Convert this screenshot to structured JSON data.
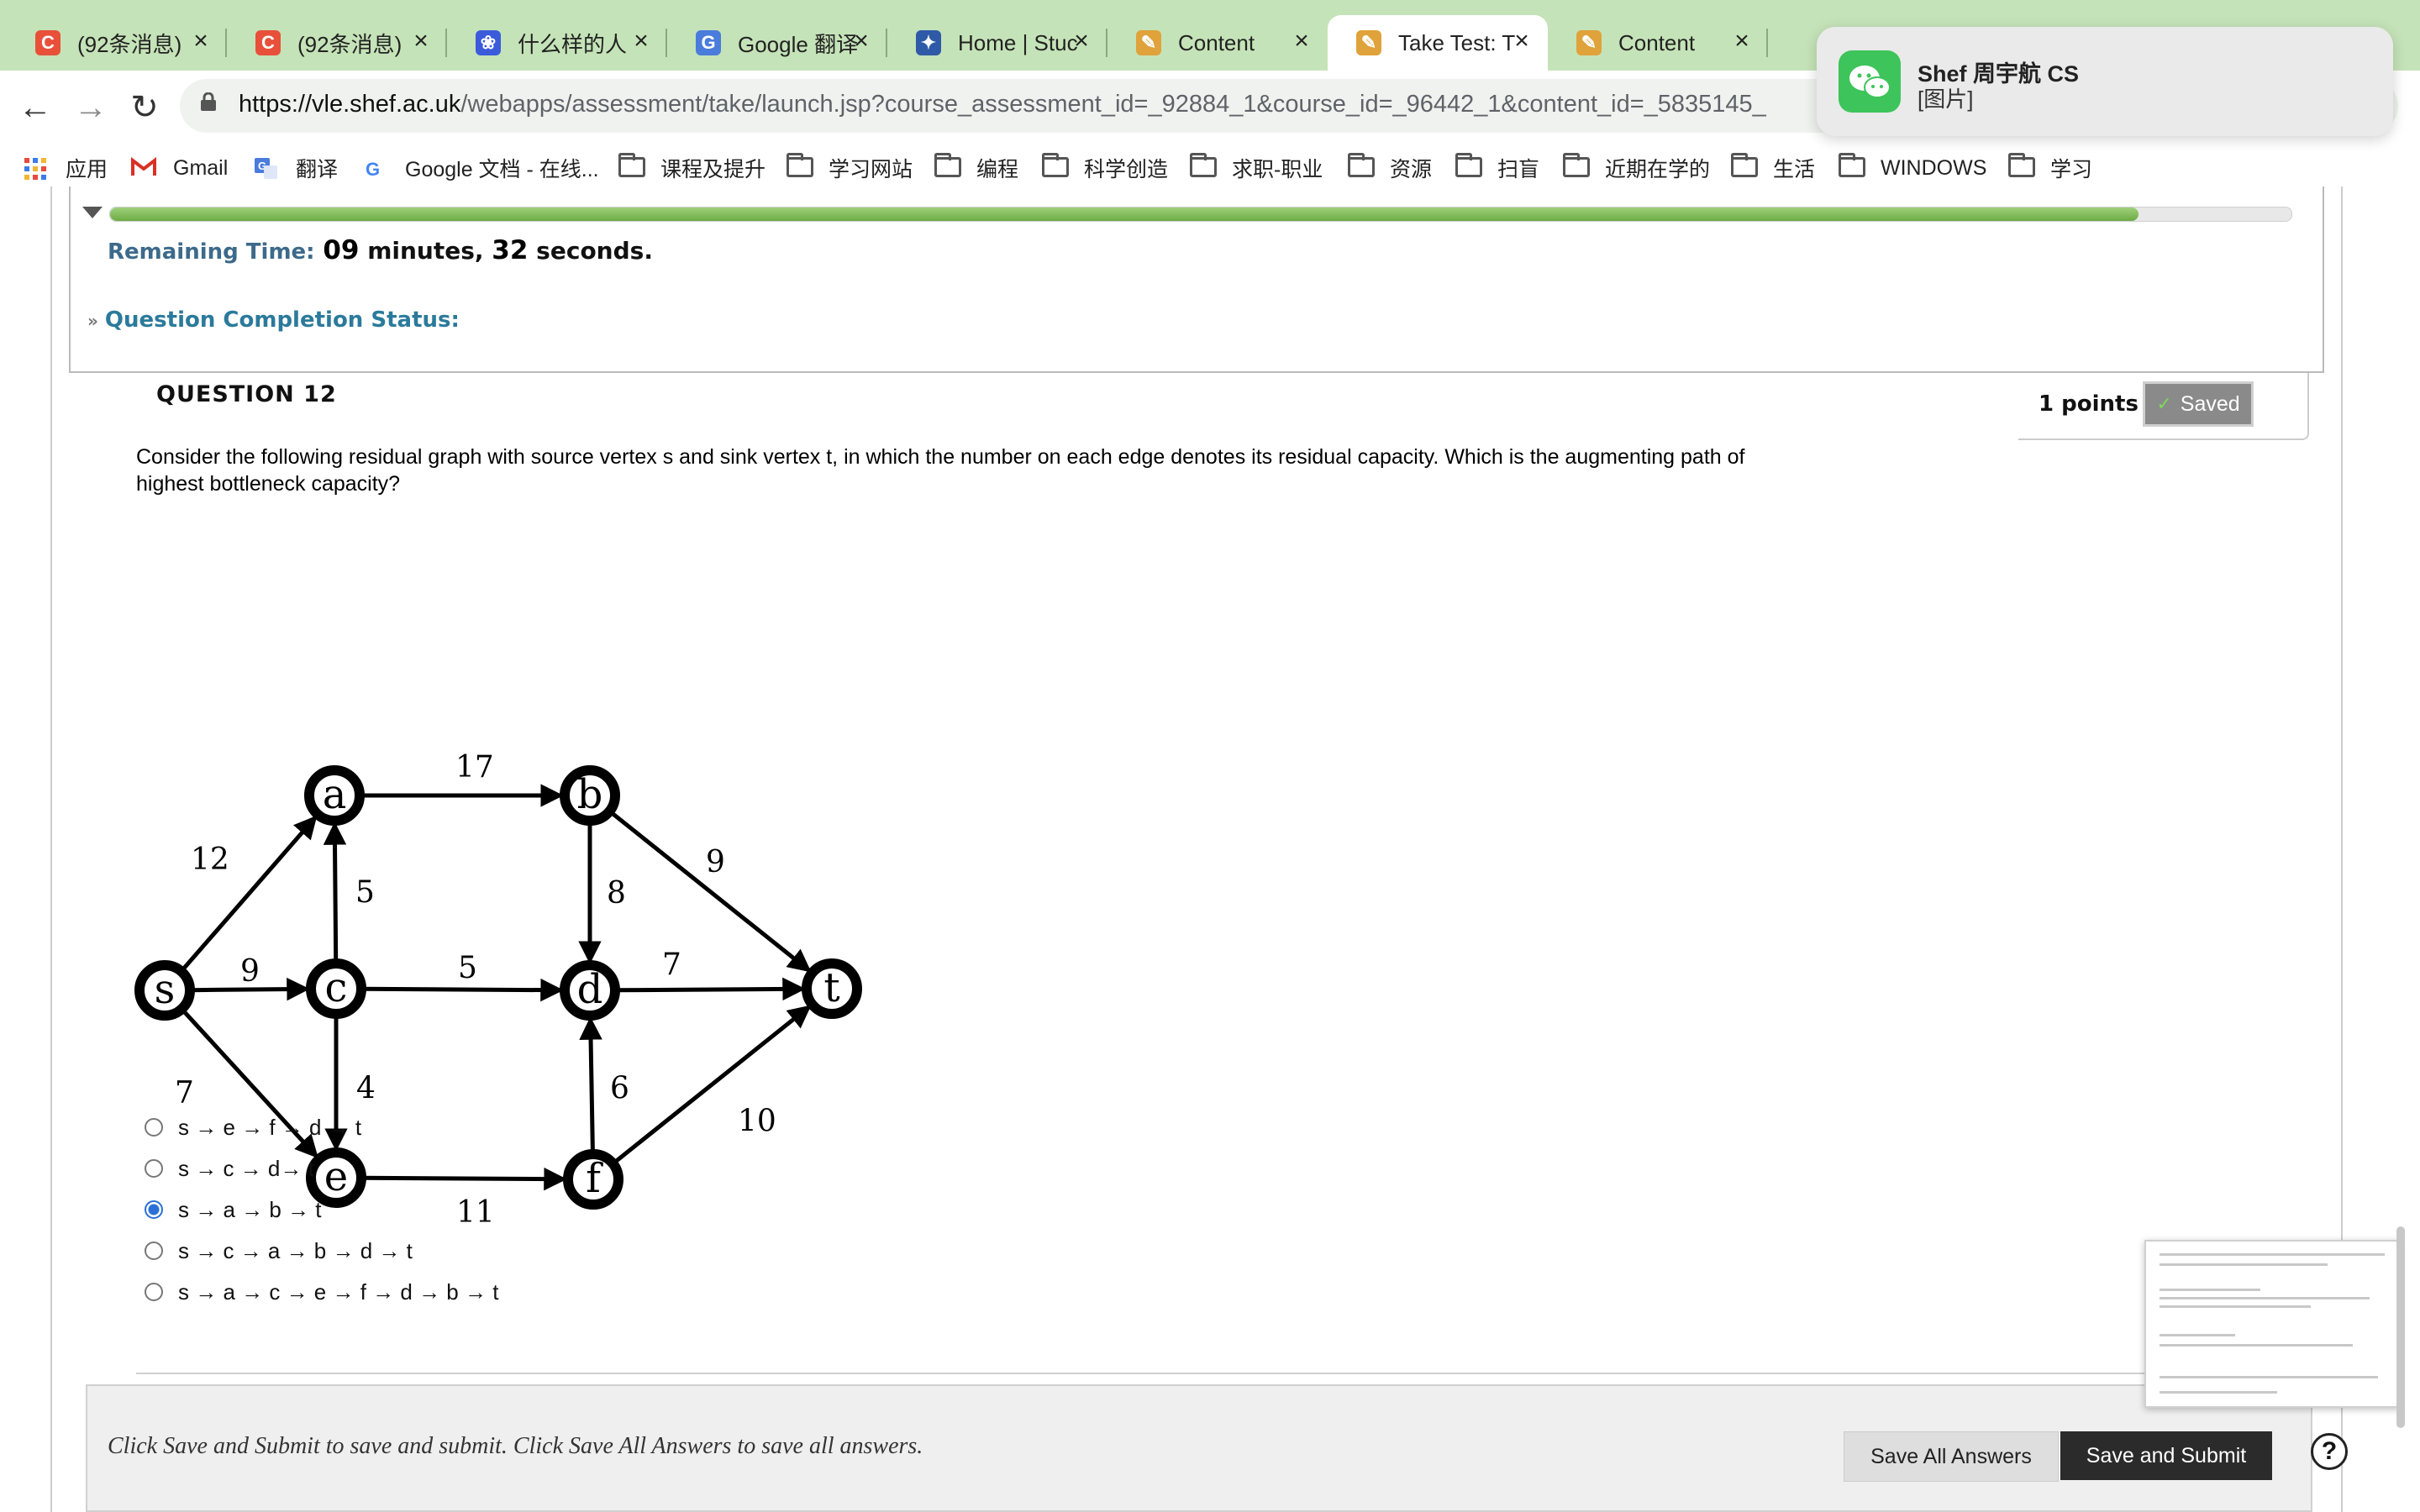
{
  "browser": {
    "tabs": [
      {
        "title": "(92条消息)",
        "icon": "csdn-icon",
        "color": "#e8503a",
        "glyph": "C"
      },
      {
        "title": "(92条消息)",
        "icon": "csdn-icon",
        "color": "#e8503a",
        "glyph": "C"
      },
      {
        "title": "什么样的人",
        "icon": "baidu-paw-icon",
        "color": "#3b5bdb",
        "glyph": "❀"
      },
      {
        "title": "Google 翻译",
        "icon": "google-translate-icon",
        "color": "#4a7cdc",
        "glyph": "G"
      },
      {
        "title": "Home | Stuc",
        "icon": "university-crest-icon",
        "color": "#2e5aa8",
        "glyph": "✦"
      },
      {
        "title": "Content",
        "icon": "pencil-icon",
        "color": "#e0a23a",
        "glyph": "✎"
      },
      {
        "title": "Take Test: T",
        "icon": "pencil-icon",
        "color": "#e0a23a",
        "glyph": "✎"
      },
      {
        "title": "Content",
        "icon": "pencil-icon",
        "color": "#e0a23a",
        "glyph": "✎"
      }
    ],
    "url_host": "https://vle.shef.ac.uk",
    "url_path": "/webapps/assessment/take/launch.jsp?course_assessment_id=_92884_1&course_id=_96442_1&content_id=_5835145_",
    "bookmarks": [
      {
        "label": "应用",
        "icon": "apps-grid-icon"
      },
      {
        "label": "Gmail",
        "icon": "gmail-icon"
      },
      {
        "label": "翻译",
        "icon": "google-translate-icon"
      },
      {
        "label": "Google 文档 - 在线...",
        "icon": "google-icon"
      },
      {
        "label": "课程及提升",
        "icon": "folder-icon"
      },
      {
        "label": "学习网站",
        "icon": "folder-icon"
      },
      {
        "label": "编程",
        "icon": "folder-icon"
      },
      {
        "label": "科学创造",
        "icon": "folder-icon"
      },
      {
        "label": "求职-职业",
        "icon": "folder-icon"
      },
      {
        "label": "资源",
        "icon": "folder-icon"
      },
      {
        "label": "扫盲",
        "icon": "folder-icon"
      },
      {
        "label": "近期在学的",
        "icon": "folder-icon"
      },
      {
        "label": "生活",
        "icon": "folder-icon"
      },
      {
        "label": "WINDOWS",
        "icon": "folder-icon"
      },
      {
        "label": "学习",
        "icon": "folder-icon"
      }
    ]
  },
  "notification": {
    "sender": "Shef 周宇航 CS",
    "message": "[图片]",
    "icon": "wechat-icon"
  },
  "test": {
    "progress": 0.93,
    "remaining_label": "Remaining Time:",
    "minutes": "09",
    "minutes_unit": " minutes, ",
    "seconds": "32",
    "seconds_unit": " seconds.",
    "completion_status": "Question Completion Status:"
  },
  "question": {
    "title": "QUESTION 12",
    "points": "1 points",
    "saved": "Saved",
    "text": "Consider the following residual graph with source vertex s and sink vertex t, in which the number on each edge denotes its residual capacity. Which is the augmenting path of highest bottleneck capacity?",
    "graph": {
      "nodes": [
        "s",
        "a",
        "b",
        "c",
        "d",
        "e",
        "f",
        "t"
      ],
      "edges": [
        {
          "from": "s",
          "to": "a",
          "capacity": "12"
        },
        {
          "from": "s",
          "to": "c",
          "capacity": "9"
        },
        {
          "from": "s",
          "to": "e",
          "capacity": "7"
        },
        {
          "from": "c",
          "to": "a",
          "capacity": "5"
        },
        {
          "from": "a",
          "to": "b",
          "capacity": "17"
        },
        {
          "from": "b",
          "to": "d",
          "capacity": "8"
        },
        {
          "from": "b",
          "to": "t",
          "capacity": "9"
        },
        {
          "from": "c",
          "to": "d",
          "capacity": "5"
        },
        {
          "from": "c",
          "to": "e",
          "capacity": "4"
        },
        {
          "from": "d",
          "to": "t",
          "capacity": "7"
        },
        {
          "from": "f",
          "to": "d",
          "capacity": "6"
        },
        {
          "from": "e",
          "to": "f",
          "capacity": "11"
        },
        {
          "from": "f",
          "to": "t",
          "capacity": "10"
        }
      ]
    },
    "options": [
      {
        "label": "s → e → f → d → t",
        "checked": false
      },
      {
        "label": "s → c → d→ t",
        "checked": false
      },
      {
        "label": "s → a → b → t",
        "checked": true
      },
      {
        "label": "s → c → a → b → d → t",
        "checked": false
      },
      {
        "label": "s → a → c → e → f → d → b → t",
        "checked": false
      }
    ]
  },
  "footer": {
    "note": "Click Save and Submit to save and submit. Click Save All Answers to save all answers.",
    "save_all": "Save All Answers",
    "save_submit": "Save and Submit",
    "help_glyph": "?"
  }
}
